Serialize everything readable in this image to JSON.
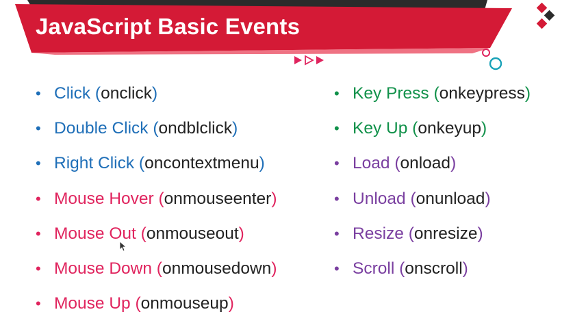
{
  "title": "JavaScript Basic Events",
  "colors": {
    "banner_red": "#d41a36",
    "banner_dark": "#2b2b2b",
    "blue": "#1f6fb8",
    "pink": "#e0245e",
    "green": "#11914a",
    "purple": "#7a3fa0"
  },
  "left_column": [
    {
      "name": "Click",
      "event": "onclick",
      "color": "blue"
    },
    {
      "name": "Double Click",
      "event": "ondblclick",
      "color": "blue"
    },
    {
      "name": "Right Click",
      "event": "oncontextmenu",
      "color": "blue"
    },
    {
      "name": "Mouse Hover",
      "event": "onmouseenter",
      "color": "pink"
    },
    {
      "name": "Mouse Out",
      "event": "onmouseout",
      "color": "pink"
    },
    {
      "name": "Mouse Down",
      "event": "onmousedown",
      "color": "pink"
    },
    {
      "name": "Mouse Up",
      "event": "onmouseup",
      "color": "pink"
    }
  ],
  "right_column": [
    {
      "name": "Key Press",
      "event": "onkeypress",
      "color": "green"
    },
    {
      "name": "Key Up",
      "event": "onkeyup",
      "color": "green"
    },
    {
      "name": "Load",
      "event": "onload",
      "color": "purple"
    },
    {
      "name": "Unload",
      "event": "onunload",
      "color": "purple"
    },
    {
      "name": "Resize",
      "event": "onresize",
      "color": "purple"
    },
    {
      "name": "Scroll",
      "event": "onscroll",
      "color": "purple"
    }
  ],
  "decor_icons": [
    "triple-play-arrows-icon",
    "diamond-logo-icon",
    "circles-icon",
    "mouse-cursor-icon"
  ]
}
